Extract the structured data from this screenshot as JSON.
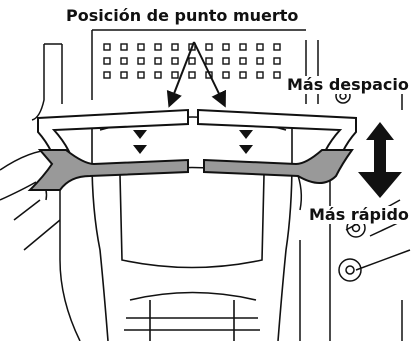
{
  "labels": {
    "neutral_position": "Posición de punto muerto",
    "slower": "Más despacio",
    "faster": "Más rápido"
  },
  "colors": {
    "line": "#111111",
    "lever_fill": "#999999",
    "background": "#ffffff"
  },
  "icons": {
    "up_arrow": "arrow-up-icon",
    "down_arrow": "arrow-down-icon"
  }
}
